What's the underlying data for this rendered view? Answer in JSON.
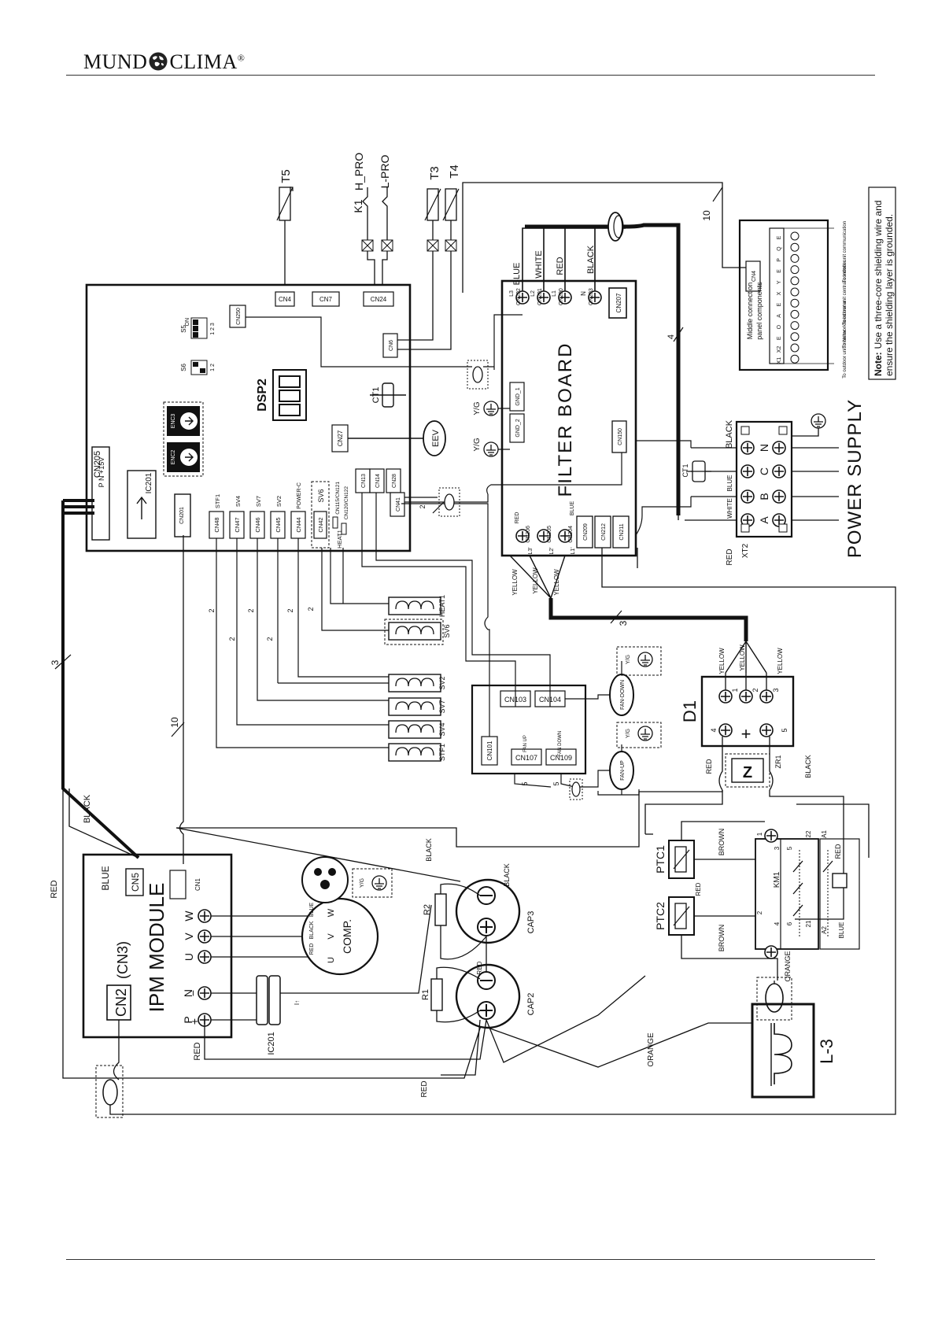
{
  "header": {
    "brand_left": "MUND",
    "brand_right": "CLIMA",
    "brand_mark": "®"
  },
  "main_board": {
    "connectors_top": [
      "CN4",
      "CN7",
      "CN24",
      "CN250",
      "CN6"
    ],
    "switches": {
      "s5": "S5",
      "s6": "S6",
      "on": "ON",
      "s5_nums": "1 2 3",
      "s6_nums": "1 2"
    },
    "encoders": [
      "ENC3",
      "ENC2"
    ],
    "display": "DSP2",
    "ct": "CT1",
    "cn27": "CN27",
    "eev": "EEV",
    "cn205": "CN205",
    "cn205_pins": "P  N  +15V",
    "ic201": "IC201",
    "cn201": "CN201",
    "lower_connectors": [
      "CN48",
      "CN47",
      "CN46",
      "CN45",
      "CN44",
      "CN42"
    ],
    "lower_labels": [
      "STF1",
      "SV4",
      "SV7",
      "SV2",
      "POWER-C",
      "SV6"
    ],
    "heat_labels": [
      "CN115/CN121",
      "CN120/CN122",
      "HEAT1"
    ],
    "cn13": "CN13",
    "cn14": "CN14",
    "cn28": "CN28",
    "cn41": "CN41"
  },
  "sensors": {
    "t5": "T5",
    "k1": "K1",
    "h_pro": "H_PRO",
    "l_pro": "L-PRO",
    "t3": "T3",
    "t4": "T4"
  },
  "filter_board": {
    "title": "FILTER BOARD",
    "top_wires": [
      "BLUE",
      "WHITE",
      "RED",
      "BLACK"
    ],
    "top_terminals": [
      "L3",
      "L2",
      "L1",
      "N"
    ],
    "top_connectors": [
      "CN202",
      "CN201",
      "CN200",
      "CN203"
    ],
    "cn207": "CN207",
    "cn150": "CN150",
    "gnd": [
      "GND_1",
      "GND_2"
    ],
    "yg": "Y/G",
    "bottom_terminals": [
      "L3'",
      "L2'",
      "L1'"
    ],
    "bottom_connectors": [
      "CN206",
      "CN205",
      "CN204"
    ],
    "bottom_wires": [
      "RED",
      "BLUE"
    ],
    "cn209": "CN209",
    "cn212": "CN212",
    "cn211": "CN211",
    "yellow": "YELLOW"
  },
  "middle_panel": {
    "cn4": "CN4",
    "title": "Middle connection panel components",
    "terminals": [
      "X1",
      "X2",
      "E",
      "O",
      "A",
      "E",
      "X",
      "Y",
      "E",
      "P",
      "Q",
      "E"
    ],
    "captions": [
      "To outdoor unit monitor",
      "To Networkhood meter",
      "To indoor unit central controller",
      "To indoor unit communication"
    ]
  },
  "note": {
    "bold": "Note:",
    "text": "Use a three-core shielding wire and ensure the shielding layer is grounded."
  },
  "power_supply": {
    "title": "POWER SUPPLY",
    "terminals": [
      "A",
      "B",
      "C",
      "N"
    ],
    "wires": [
      "RED",
      "WHITE",
      "BLUE",
      "BLACK"
    ],
    "ct": "CT1",
    "block": "XT2"
  },
  "wire_counts": {
    "ten": "10",
    "four": "4",
    "three": "3",
    "two": "2",
    "five": "5"
  },
  "valves": {
    "heat1": "HEAT1",
    "sv6": "SV6",
    "sv2": "SV2",
    "sv7": "SV7",
    "sv4": "SV4",
    "stf1": "STF1"
  },
  "fan_board": {
    "connectors": [
      "CN103",
      "CN104",
      "CN101",
      "CN107",
      "CN109"
    ],
    "fan_up": "FAN UP",
    "fan_down": "FAN DOWN",
    "motor_down": "FAN-DOWN",
    "motor_up": "FAN-UP",
    "yg": "Y/G"
  },
  "rectifier": {
    "name": "D1",
    "inputs": [
      "1",
      "2",
      "3"
    ],
    "outputs": [
      "4",
      "5"
    ],
    "plus": "+",
    "minus": "−",
    "yellow": "YELLOW",
    "zr1": "ZR1",
    "z": "Z",
    "red": "RED",
    "black": "BLACK"
  },
  "ipm": {
    "title": "IPM MODULE",
    "cn2": "CN2",
    "cn3": "(CN3)",
    "cn5": "CN5",
    "cn1": "CN1",
    "blue": "BLUE",
    "phases": [
      "U",
      "V",
      "W"
    ],
    "p": "P",
    "n": "N",
    "plus": "+",
    "minus": "−",
    "red": "RED"
  },
  "compressor": {
    "name": "COMP.",
    "terminals": [
      "U",
      "V",
      "W"
    ],
    "wire_colors": [
      "RED",
      "BLACK",
      "BLUE"
    ],
    "yg": "Y/G"
  },
  "ic201b": "IC201",
  "caps": {
    "cap2": "CAP2",
    "cap3": "CAP3",
    "r1": "R1",
    "r2": "R2",
    "red": "RED",
    "black": "BLACK"
  },
  "relay": {
    "ptc1": "PTC1",
    "ptc2": "PTC2",
    "km1": "KM1",
    "brown": "BROWN",
    "red": "RED",
    "blue": "BLUE",
    "orange": "ORANGE",
    "pins": [
      "1",
      "3",
      "5",
      "22",
      "A1",
      "2",
      "4",
      "6",
      "21",
      "A2"
    ]
  },
  "reactor": {
    "name": "L-3",
    "orange": "ORANGE"
  },
  "outer_wires": {
    "black": "BLACK",
    "red": "RED",
    "blue": "BLUE"
  }
}
